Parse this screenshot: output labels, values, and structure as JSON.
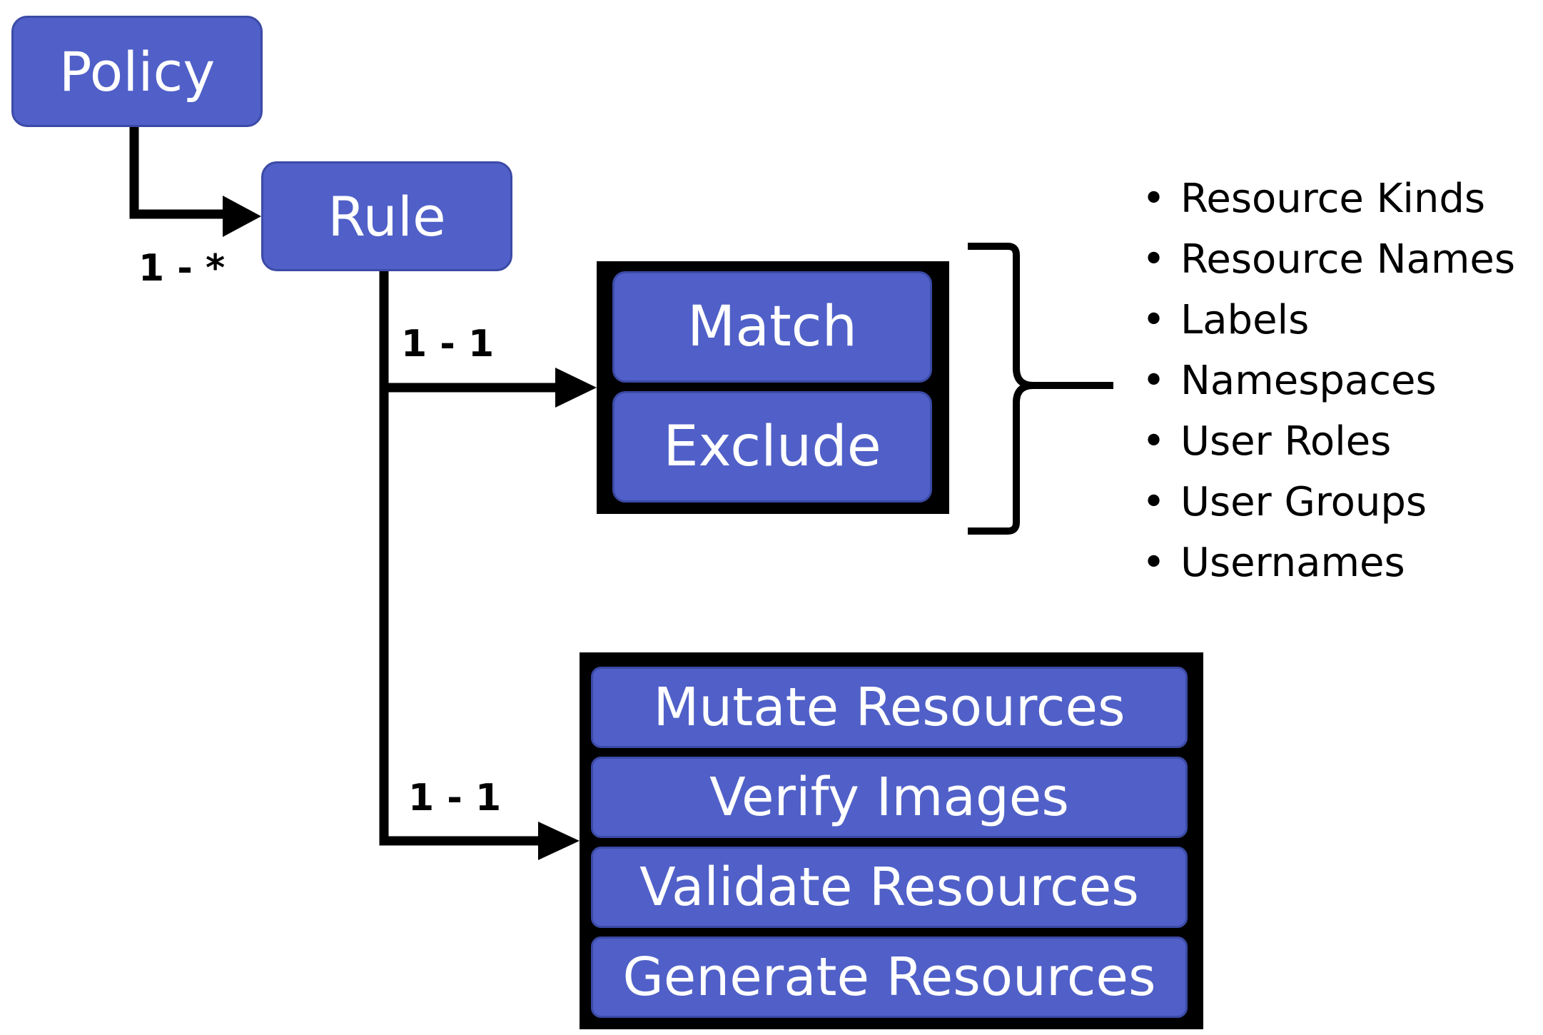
{
  "nodes": {
    "policy": "Policy",
    "rule": "Rule",
    "match": "Match",
    "exclude": "Exclude"
  },
  "multiplicities": {
    "policy_to_rule": "1 - *",
    "rule_to_match_exclude": "1 - 1",
    "rule_to_actions": "1 - 1"
  },
  "actions": [
    "Mutate Resources",
    "Verify Images",
    "Validate Resources",
    "Generate Resources"
  ],
  "match_criteria": [
    "Resource Kinds",
    "Resource Names",
    "Labels",
    "Namespaces",
    "User Roles",
    "User Groups",
    "Usernames"
  ],
  "colors": {
    "node_fill": "#5060c8",
    "node_border": "#3c4aa6",
    "connector": "#000000"
  }
}
